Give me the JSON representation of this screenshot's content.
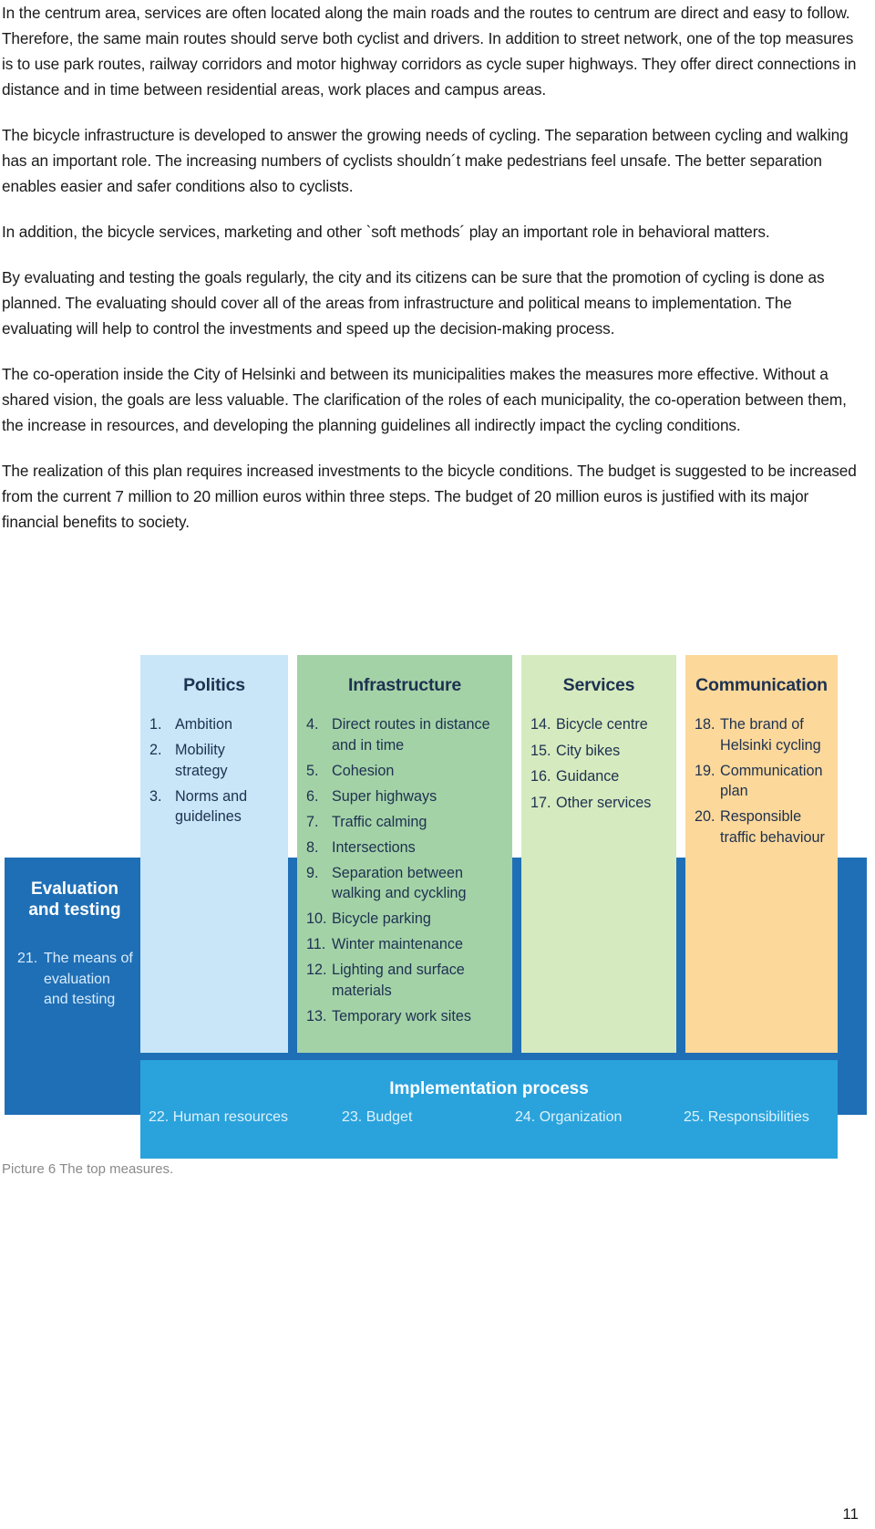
{
  "paragraphs": [
    "In the centrum area, services are often located along the main roads and the routes to centrum are direct and easy to follow. Therefore, the same main routes should serve both cyclist and drivers. In addition to street network, one of the top measures is to use park routes, railway corridors and motor highway corridors as cycle super highways. They offer direct connections in distance and in time between residential areas, work places and campus areas.",
    "The bicycle infrastructure is developed to answer the growing needs of cycling. The separation between cycling and walking has an important role. The increasing numbers of cyclists shouldn´t make pedestrians feel unsafe. The better separation enables easier and safer conditions also to cyclists.",
    "In addition, the bicycle services, marketing and other `soft methods´ play an important role in behavioral matters.",
    "By evaluating and testing the goals regularly, the city and its citizens can be sure that the promotion of cycling is done as planned. The evaluating should cover all of the areas from infrastructure and political means to implementation. The evaluating will help to control the investments and speed up the decision-making process.",
    "The co-operation inside the City of Helsinki and between its municipalities makes the measures more effective. Without a shared vision, the goals are less valuable. The clarification of the roles of each municipality, the co-operation between them, the increase in resources, and developing the planning guidelines all indirectly impact the cycling conditions.",
    "The realization of this plan requires increased investments to the bicycle conditions. The budget is suggested to be increased from the current 7 million to 20 million euros within three steps. The budget of 20 million euros is justified with its major financial benefits to society."
  ],
  "figure": {
    "columns": [
      {
        "title": "Politics",
        "color": "#c8e6f7",
        "items": [
          {
            "num": "1.",
            "text": "Ambition"
          },
          {
            "num": "2.",
            "text": "Mobility strategy"
          },
          {
            "num": "3.",
            "text": "Norms and guidelines"
          }
        ]
      },
      {
        "title": "Infrastructure",
        "color": "#a4d2a7",
        "items": [
          {
            "num": "4.",
            "text": "Direct routes in distance and in time"
          },
          {
            "num": "5.",
            "text": "Cohesion"
          },
          {
            "num": "6.",
            "text": "Super highways"
          },
          {
            "num": "7.",
            "text": "Traffic calming"
          },
          {
            "num": "8.",
            "text": "Intersections"
          },
          {
            "num": "9.",
            "text": "Separation between walking and cyckling"
          },
          {
            "num": "10.",
            "text": "Bicycle parking"
          },
          {
            "num": "11.",
            "text": "Winter maintenance"
          },
          {
            "num": "12.",
            "text": "Lighting and surface materials"
          },
          {
            "num": "13.",
            "text": "Temporary work sites"
          }
        ]
      },
      {
        "title": "Services",
        "color": "#d6eabf",
        "items": [
          {
            "num": "14.",
            "text": "Bicycle centre"
          },
          {
            "num": "15.",
            "text": "City bikes"
          },
          {
            "num": "16.",
            "text": "Guidance"
          },
          {
            "num": "17.",
            "text": "Other services"
          }
        ]
      },
      {
        "title": "Communication",
        "color": "#fcd89a",
        "items": [
          {
            "num": "18.",
            "text": "The brand of Helsinki cycling"
          },
          {
            "num": "19.",
            "text": "Communication plan"
          },
          {
            "num": "20.",
            "text": "Responsible traffic behaviour"
          }
        ]
      }
    ],
    "evaluation": {
      "title": "Evaluation and testing",
      "item_num": "21.",
      "item_text": "The means of evaluation and testing",
      "color": "#1f6fb6"
    },
    "implementation": {
      "title": "Implementation process",
      "color": "#2aa3dc",
      "items": [
        "22. Human resources",
        "23. Budget",
        "24. Organization",
        "25. Responsibilities"
      ]
    }
  },
  "caption": "Picture 6 The top measures.",
  "page_number": "11"
}
